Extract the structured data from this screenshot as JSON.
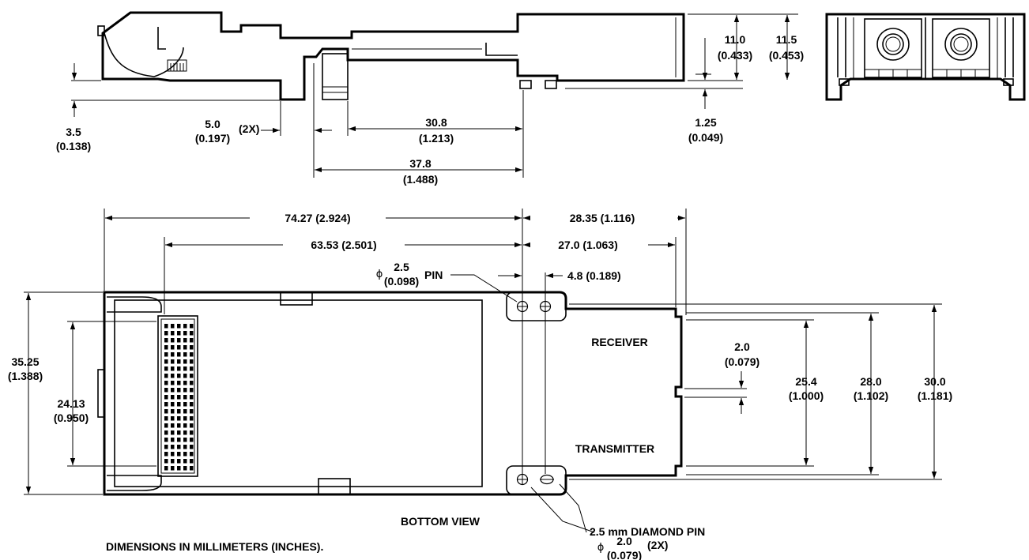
{
  "views": {
    "bottom_view_label": "BOTTOM VIEW",
    "receiver_label": "RECEIVER",
    "transmitter_label": "TRANSMITTER"
  },
  "note": "DIMENSIONS IN MILLIMETERS (INCHES).",
  "side_dimensions": {
    "d_3_5": "3.5",
    "d_3_5_in": "(0.138)",
    "d_5_0": "5.0",
    "d_5_0_in": "(0.197)",
    "d_5_0_qty": "(2X)",
    "d_30_8": "30.8",
    "d_30_8_in": "(1.213)",
    "d_37_8": "37.8",
    "d_37_8_in": "(1.488)",
    "d_11_0": "11.0",
    "d_11_0_in": "(0.433)",
    "d_11_5": "11.5",
    "d_11_5_in": "(0.453)",
    "d_1_25": "1.25",
    "d_1_25_in": "(0.049)"
  },
  "bottom_dimensions": {
    "d_74_27": "74.27 (2.924)",
    "d_28_35": "28.35 (1.116)",
    "d_63_53": "63.53 (2.501)",
    "d_27_0": "27.0 (1.063)",
    "d_4_8": "4.8 (0.189)",
    "pin_dia_symbol": "ϕ",
    "pin_dia": "2.5",
    "pin_dia_in": "(0.098)",
    "pin_label": "PIN",
    "d_35_25": "35.25",
    "d_35_25_in": "(1.388)",
    "d_24_13": "24.13",
    "d_24_13_in": "(0.950)",
    "d_2_0": "2.0",
    "d_2_0_in": "(0.079)",
    "d_25_4": "25.4",
    "d_25_4_in": "(1.000)",
    "d_28_0": "28.0",
    "d_28_0_in": "(1.102)",
    "d_30_0": "30.0",
    "d_30_0_in": "(1.181)",
    "diamond_pin": "2.5 mm DIAMOND PIN",
    "hole_dia_symbol": "ϕ",
    "hole_dia": "2.0",
    "hole_dia_in": "(0.079)",
    "hole_qty": "(2X)"
  }
}
